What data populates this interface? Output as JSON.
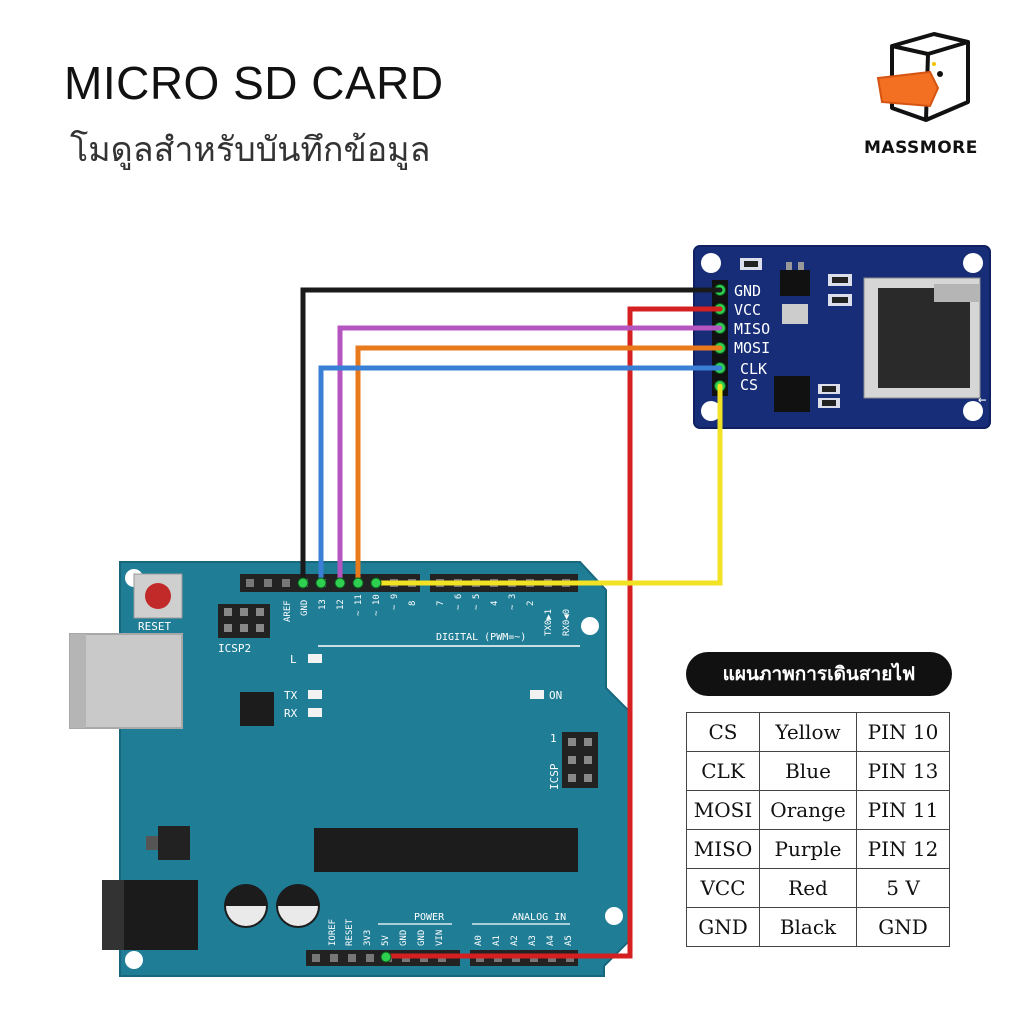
{
  "header": {
    "title": "MICRO SD CARD",
    "subtitle": "โมดูลสำหรับบันทึกข้อมูล",
    "brand": "MASSMORE"
  },
  "sd_module": {
    "pins": [
      "GND",
      "VCC",
      "MISO",
      "MOSI",
      "CLK",
      "CS"
    ]
  },
  "arduino": {
    "reset_label": "RESET",
    "icsp2_label": "ICSP2",
    "icsp_label": "ICSP",
    "icsp_pin1": "1",
    "led_l": "L",
    "led_tx": "TX",
    "led_rx": "RX",
    "led_on": "ON",
    "digital_label": "DIGITAL (PWM=~)",
    "power_label": "POWER",
    "analog_label": "ANALOG IN",
    "aref": "AREF",
    "gnd": "GND",
    "d13": "13",
    "d12": "12",
    "d11": "~ 11",
    "d10": "~ 10",
    "d9": "~ 9",
    "d8": "8",
    "d7": "7",
    "d6": "~ 6",
    "d5": "~ 5",
    "d4": "4",
    "d3": "~ 3",
    "d2": "2",
    "tx1": "TX0▶1",
    "rx0": "RX0◀0",
    "ioref": "IOREF",
    "reset_pin": "RESET",
    "v33": "3V3",
    "v5": "5V",
    "pgnd1": "GND",
    "pgnd2": "GND",
    "vin": "VIN",
    "a0": "A0",
    "a1": "A1",
    "a2": "A2",
    "a3": "A3",
    "a4": "A4",
    "a5": "A5"
  },
  "wires": {
    "gnd": "#1a1a1a",
    "vcc": "#d42020",
    "miso": "#b455c0",
    "mosi": "#e87a1c",
    "clk": "#3a7fd6",
    "cs": "#f2e224"
  },
  "legend": {
    "title": "แผนภาพการเดินสายไฟ",
    "rows": [
      [
        "CS",
        "Yellow",
        "PIN 10"
      ],
      [
        "CLK",
        "Blue",
        "PIN 13"
      ],
      [
        "MOSI",
        "Orange",
        "PIN 11"
      ],
      [
        "MISO",
        "Purple",
        "PIN 12"
      ],
      [
        "VCC",
        "Red",
        "5 V"
      ],
      [
        "GND",
        "Black",
        "GND"
      ]
    ]
  }
}
